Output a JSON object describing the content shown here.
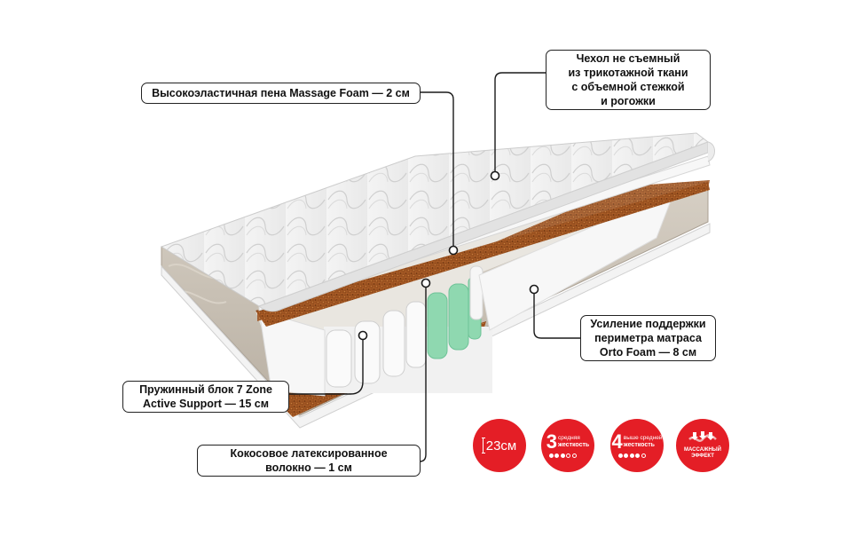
{
  "callouts": {
    "massage_foam": [
      "Высокоэластичная пена Massage Foam — 2 см"
    ],
    "cover": [
      "Чехол не съемный",
      "из трикотажной ткани",
      "с объемной стежкой",
      "и рогожки"
    ],
    "perimeter": [
      "Усиление поддержки",
      "периметра матраса",
      "Orto Foam — 8 см"
    ],
    "spring_block": [
      "Пружинный блок 7 Zone",
      "Active Support — 15 см"
    ],
    "coconut": [
      "Кокосовое латексированное",
      "волокно — 1 см"
    ]
  },
  "badges": {
    "height": {
      "label": "23см"
    },
    "medium": {
      "number": "3",
      "line1": "средняя",
      "line2": "жесткость",
      "level": 3
    },
    "above_medium": {
      "number": "4",
      "line1": "выше средней",
      "line2": "жесткость",
      "level": 4
    },
    "massage": {
      "line1": "МАССАЖНЫЙ",
      "line2": "ЭФФЕКТ"
    }
  },
  "colors": {
    "badge_red": "#e41e26",
    "coconut_brown": "#a0521f",
    "spring_green": "#8fd8b0",
    "side_fabric": "#c9c1b5"
  }
}
